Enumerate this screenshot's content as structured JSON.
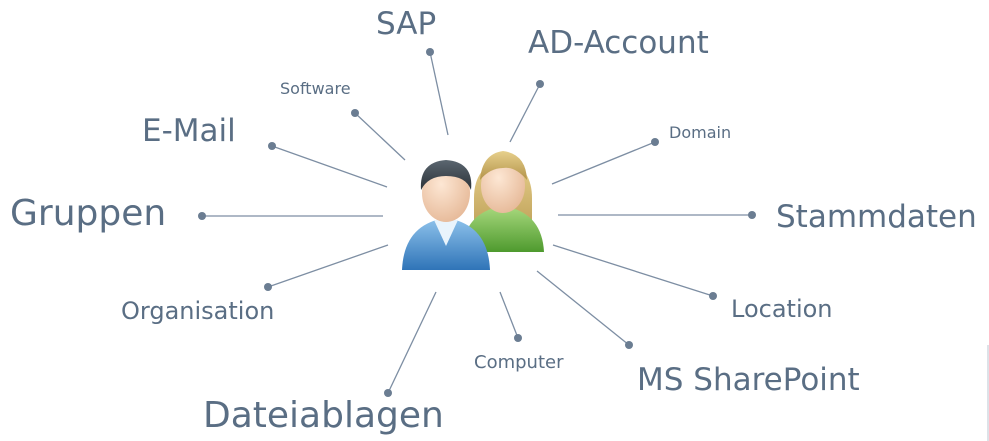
{
  "center": {
    "icon": "users-icon"
  },
  "nodes": [
    {
      "id": "sap",
      "label": "SAP"
    },
    {
      "id": "ad-account",
      "label": "AD-Account"
    },
    {
      "id": "software",
      "label": "Software"
    },
    {
      "id": "domain",
      "label": "Domain"
    },
    {
      "id": "e-mail",
      "label": "E-Mail"
    },
    {
      "id": "gruppen",
      "label": "Gruppen"
    },
    {
      "id": "stammdaten",
      "label": "Stammdaten"
    },
    {
      "id": "organisation",
      "label": "Organisation"
    },
    {
      "id": "location",
      "label": "Location"
    },
    {
      "id": "computer",
      "label": "Computer"
    },
    {
      "id": "ms-sharepoint",
      "label": "MS SharePoint"
    },
    {
      "id": "dateiablagen",
      "label": "Dateiablagen"
    }
  ],
  "colors": {
    "text": "#5a6e84",
    "line": "#7d8ea3",
    "dot": "#6b7d92"
  }
}
